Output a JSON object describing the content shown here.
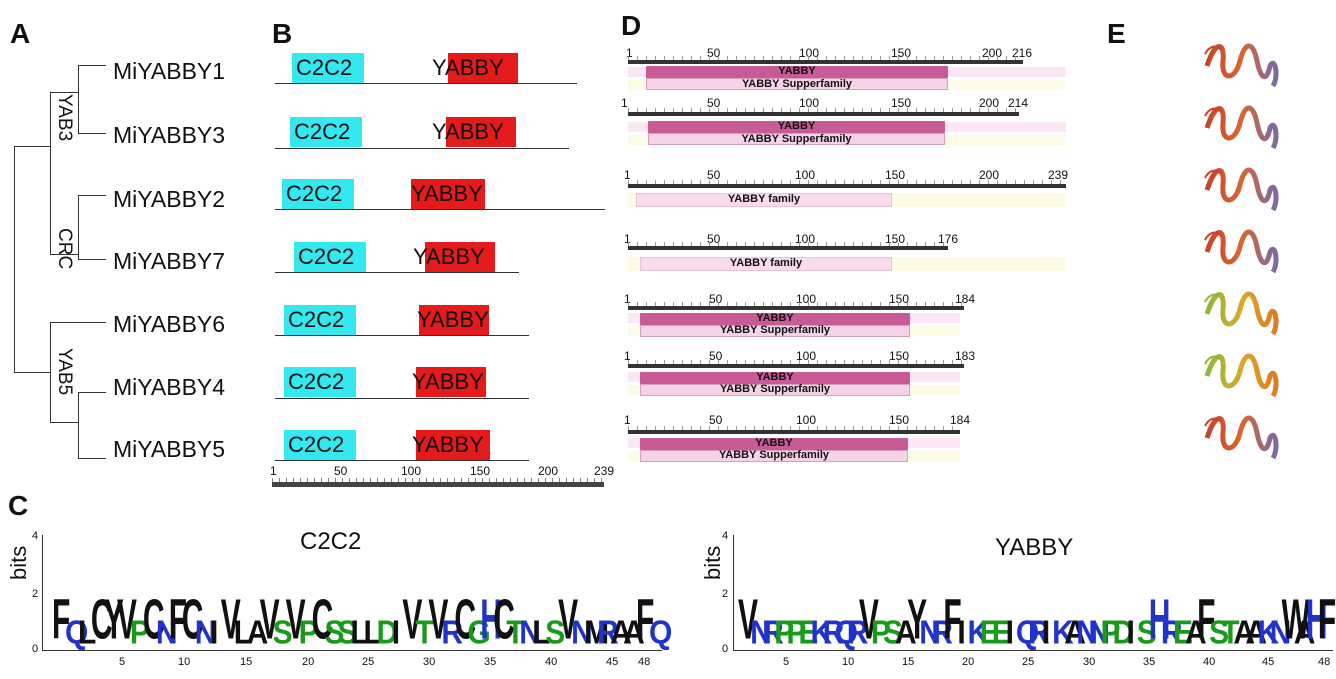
{
  "panels": {
    "A": "A",
    "B": "B",
    "C": "C",
    "D": "D",
    "E": "E"
  },
  "genes": [
    "MiYABBY1",
    "MiYABBY3",
    "MiYABBY2",
    "MiYABBY7",
    "MiYABBY6",
    "MiYABBY4",
    "MiYABBY5"
  ],
  "clades": {
    "yab3": "YAB3",
    "crc": "CRC",
    "yab5": "YAB5"
  },
  "domains": {
    "c2c2": "C2C2",
    "yabby": "YABBY"
  },
  "b_scale": {
    "ticks": [
      "1",
      "50",
      "100",
      "150",
      "200",
      "239"
    ]
  },
  "d_tracks": [
    {
      "ticks": [
        "1",
        "50",
        "100",
        "150",
        "200",
        "216"
      ],
      "label1": "YABBY",
      "label2": "YABBY Supperfamily"
    },
    {
      "ticks": [
        "1",
        "50",
        "100",
        "150",
        "200",
        "214"
      ],
      "label1": "YABBY",
      "label2": "YABBY Supperfamily"
    },
    {
      "ticks": [
        "1",
        "50",
        "100",
        "150",
        "200",
        "239"
      ],
      "label1": "",
      "label2": "YABBY family"
    },
    {
      "ticks": [
        "1",
        "50",
        "100",
        "150",
        "176"
      ],
      "label1": "",
      "label2": "YABBY family"
    },
    {
      "ticks": [
        "1",
        "50",
        "100",
        "150",
        "184"
      ],
      "label1": "YABBY",
      "label2": "YABBY Supperfamily"
    },
    {
      "ticks": [
        "1",
        "50",
        "100",
        "150",
        "183"
      ],
      "label1": "YABBY",
      "label2": "YABBY Supperfamily"
    },
    {
      "ticks": [
        "1",
        "50",
        "100",
        "150",
        "184"
      ],
      "label1": "YABBY",
      "label2": "YABBY Supperfamily"
    }
  ],
  "logos": {
    "left": {
      "title": "C2C2",
      "ylabel": "bits",
      "yticks": [
        "0",
        "2",
        "4"
      ],
      "xticks": [
        "5",
        "10",
        "15",
        "20",
        "25",
        "30",
        "35",
        "40",
        "45",
        "48"
      ],
      "sequence": "FQLCYVPCNFCNIVLAVSVPCSSLLDIVTVRCGHCTNLSVNMRAAFQ"
    },
    "right": {
      "title": "YABBY",
      "ylabel": "bits",
      "yticks": [
        "0",
        "2",
        "4"
      ],
      "xticks": [
        "5",
        "10",
        "15",
        "20",
        "25",
        "30",
        "35",
        "40",
        "45",
        "48"
      ],
      "sequence": "VNRPPEKRQRVPSAYNRFIKEEIQRIKANNPDISHREAFSTAAKNWAHF"
    }
  },
  "colors": {
    "c2c2": "#33e8ee",
    "yabby": "#e51a1a",
    "hydrophobic": "#111111",
    "polar": "#1a9a1a",
    "basic": "#2233cc"
  }
}
